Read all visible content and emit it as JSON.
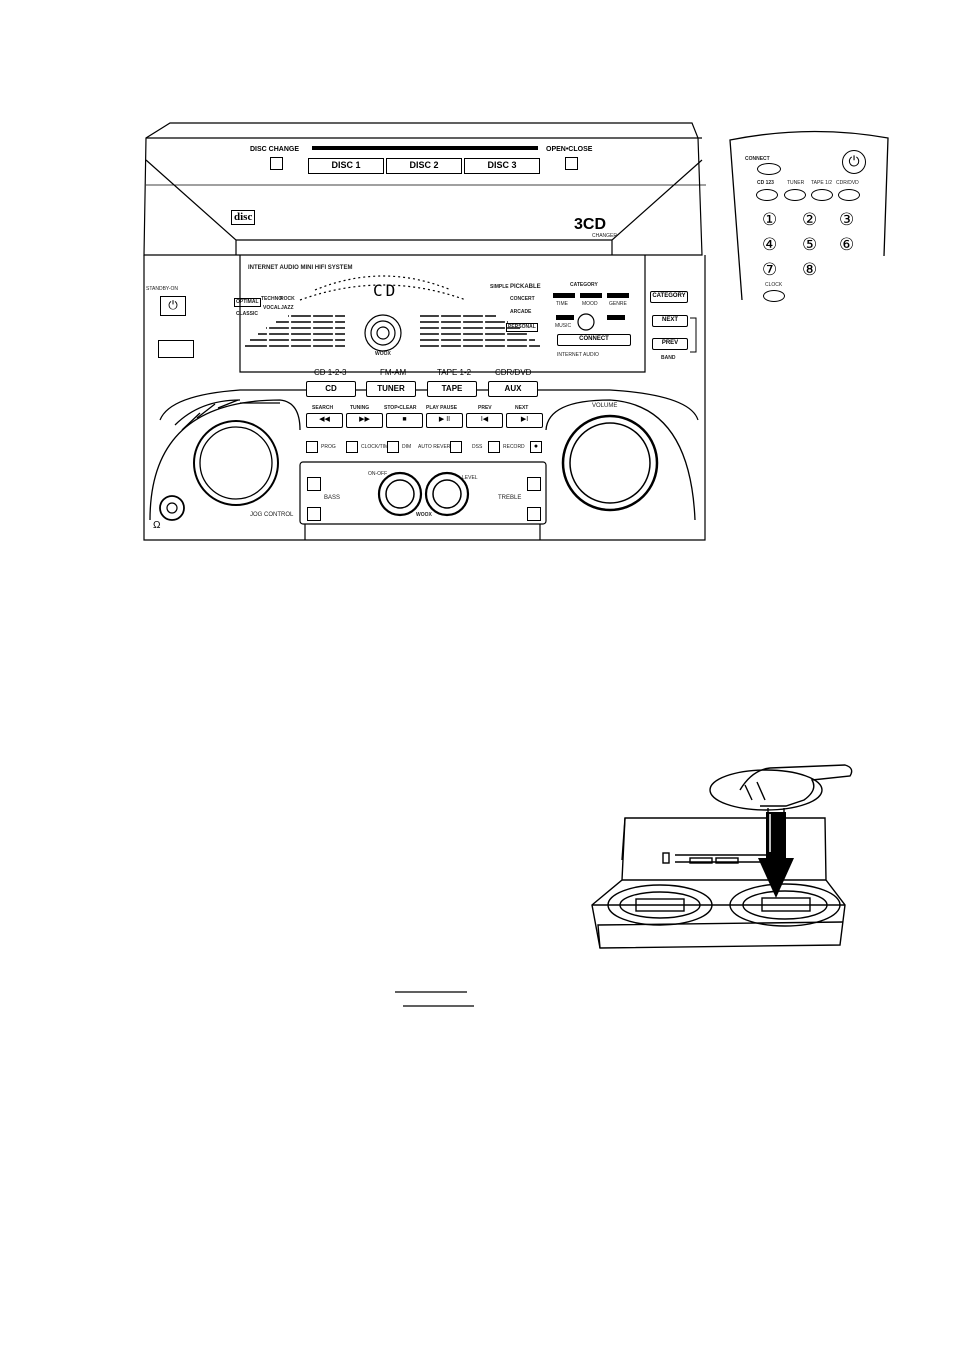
{
  "unit": {
    "disc_change": "DISC CHANGE",
    "open_close": "OPEN•CLOSE",
    "discs": [
      "DISC 1",
      "DISC 2",
      "DISC 3"
    ],
    "cd_logo": "disc",
    "three_cd": "3CD",
    "changer": "CHANGER",
    "system_title": "INTERNET AUDIO MINI HIFI SYSTEM",
    "display_text": "CD",
    "standby_on": "STANDBY-ON",
    "category": "CATEGORY",
    "category_items": [
      "TIME",
      "MOOD",
      "GENRE"
    ],
    "next": "NEXT",
    "prev": "PREV",
    "band": "BAND",
    "music": "MUSIC",
    "connect": "CONNECT",
    "internet_audio": "INTERNET AUDIO",
    "sound_left": [
      "OPTIMAL",
      "CLASSIC",
      "TECHNO",
      "VOCAL",
      "ROCK",
      "JAZZ"
    ],
    "sound_right": [
      "SIMPLE",
      "PICKABLE",
      "CONCERT",
      "ARCADE",
      "PERSONAL"
    ],
    "woox": "WOOX",
    "source_labels": [
      "CD 1-2-3",
      "FM-AM",
      "TAPE 1-2",
      "CDR/DVD"
    ],
    "source_buttons": [
      "CD",
      "TUNER",
      "TAPE",
      "AUX"
    ],
    "transport_top": [
      "SEARCH",
      "TUNING",
      "STOP•CLEAR",
      "PLAY PAUSE",
      "PREV",
      "NEXT"
    ],
    "transport_symbols": [
      "◀◀",
      "▶▶",
      "■",
      "▶ II",
      "I◀",
      "▶I"
    ],
    "func_labels": [
      "PROG",
      "CLOCK/TIMER",
      "DIM",
      "AUTO REVERSE",
      "DSS",
      "RECORD"
    ],
    "bass": "BASS",
    "treble": "TREBLE",
    "on_off": "ON-OFF",
    "level": "LEVEL",
    "woox_bottom": "WOOX",
    "jog_control": "JOG CONTROL",
    "volume": "VOLUME"
  },
  "remote": {
    "connect": "CONNECT",
    "sources": [
      "CD 123",
      "TUNER",
      "TAPE 1/2",
      "CDR/DVD"
    ],
    "numbers": [
      "①",
      "②",
      "③",
      "④",
      "⑤",
      "⑥",
      "⑦",
      "⑧"
    ],
    "clock": "CLOCK"
  }
}
